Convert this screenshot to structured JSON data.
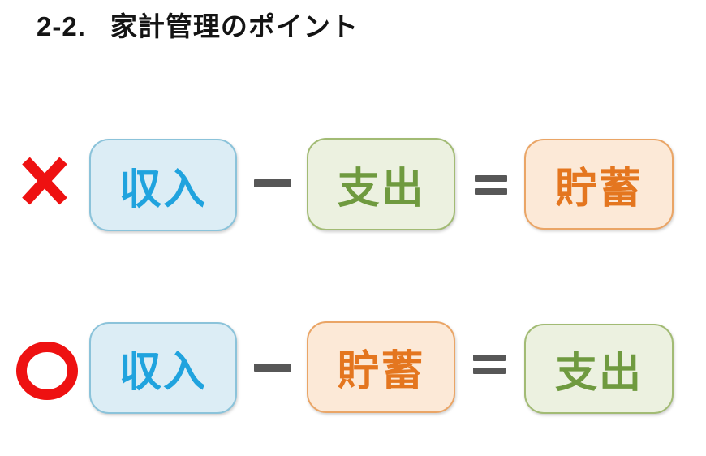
{
  "slide": {
    "title": {
      "number": "2-2.",
      "text": "家計管理のポイント"
    }
  },
  "labels": {
    "income": "収入",
    "expense": "支出",
    "saving": "貯蓄"
  },
  "marks": {
    "wrong": "×",
    "correct": "○"
  },
  "operators": {
    "minus": "−",
    "equals": "="
  },
  "rows": [
    {
      "verdict": "incorrect",
      "mark": "×",
      "terms": {
        "left": "収入",
        "middle": "支出",
        "right": "貯蓄"
      }
    },
    {
      "verdict": "correct",
      "mark": "○",
      "terms": {
        "left": "収入",
        "middle": "貯蓄",
        "right": "支出"
      }
    }
  ],
  "colors": {
    "background": "#ffffff",
    "title_text_color": "#141414",
    "blue_fill": "#dcedf5",
    "blue_border": "#8bc3da",
    "blue_text": "#20a3de",
    "green_fill": "#ecf1e0",
    "green_border": "#a2bb74",
    "green_text": "#6f9a3f",
    "orange_fill": "#fce9d7",
    "orange_border": "#eaa566",
    "orange_text": "#e4761f",
    "operator": "#575757",
    "mark_red": "#ee1111"
  }
}
